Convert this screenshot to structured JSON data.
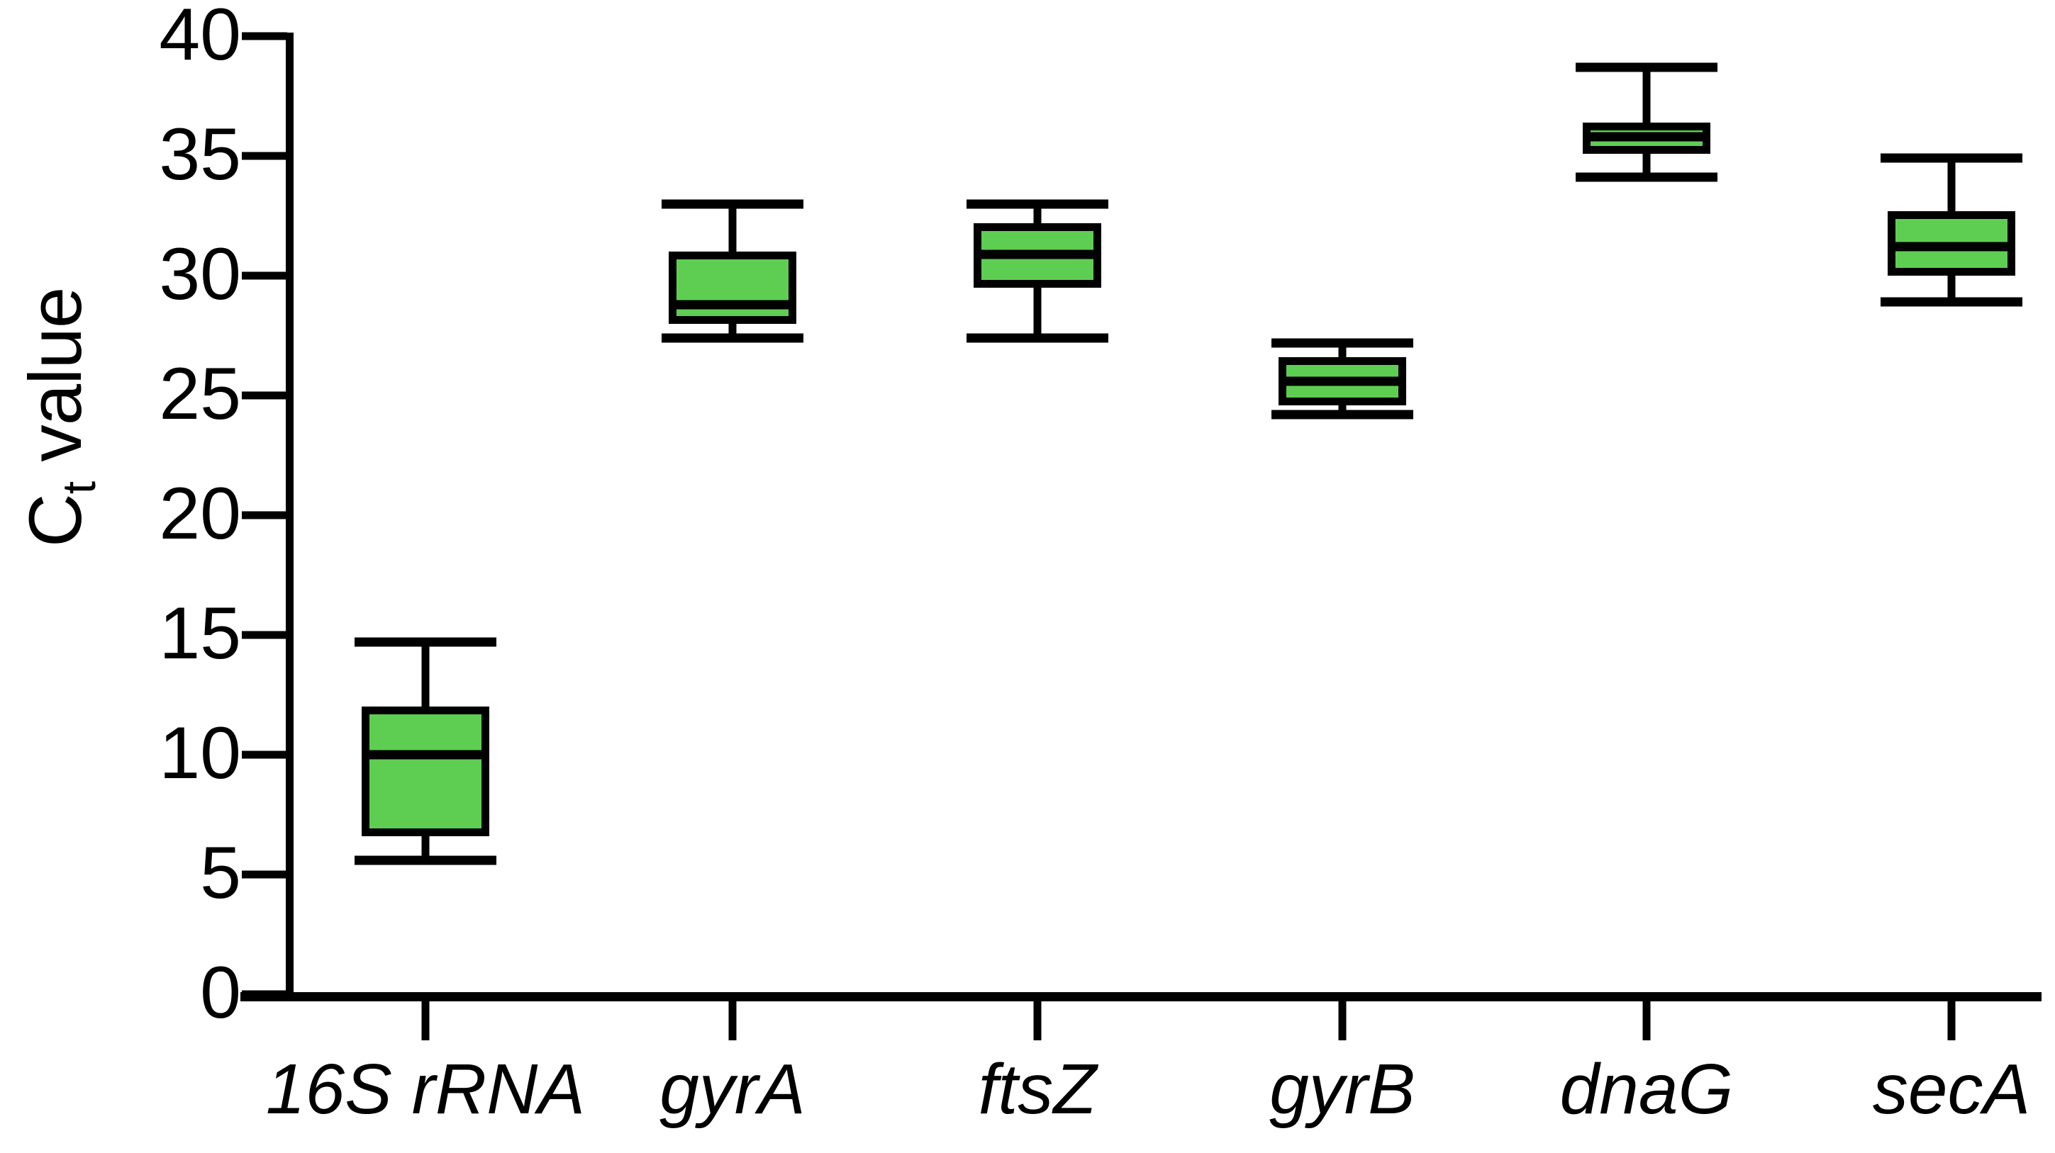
{
  "chart_data": {
    "type": "box",
    "title": "",
    "xlabel": "",
    "ylabel": "Ct value",
    "ylabel_base": "C",
    "ylabel_sub": "t",
    "ylabel_rest": " value",
    "ylim": [
      0,
      40
    ],
    "ytick_step": 5,
    "yticks": [
      0,
      5,
      10,
      15,
      20,
      25,
      30,
      35,
      40
    ],
    "ytick_labels": [
      "0",
      "5",
      "10",
      "15",
      "20",
      "25",
      "30",
      "35",
      "40"
    ],
    "grid": false,
    "legend": "none",
    "box_fill_color": "#5ECE52",
    "line_color": "#000000",
    "background_color": "#FFFFFF",
    "categories": [
      "16S rRNA",
      "gyrA",
      "ftsZ",
      "gyrB",
      "dnaG",
      "secA"
    ],
    "categories_italic": true,
    "boxes": [
      {
        "category": "16S rRNA",
        "whisker_low": 5.6,
        "q1": 6.6,
        "median": 10.0,
        "q3": 12.0,
        "whisker_high": 14.7
      },
      {
        "category": "gyrA",
        "whisker_low": 27.4,
        "q1": 28.0,
        "median": 28.8,
        "q3": 31.0,
        "whisker_high": 33.0
      },
      {
        "category": "ftsZ",
        "whisker_low": 27.4,
        "q1": 29.5,
        "median": 30.9,
        "q3": 32.2,
        "whisker_high": 33.0
      },
      {
        "category": "gyrB",
        "whisker_low": 24.2,
        "q1": 24.6,
        "median": 25.6,
        "q3": 26.6,
        "whisker_high": 27.2
      },
      {
        "category": "dnaG",
        "whisker_low": 34.1,
        "q1": 35.1,
        "median": 35.8,
        "q3": 36.4,
        "whisker_high": 38.7
      },
      {
        "category": "secA",
        "whisker_low": 28.9,
        "q1": 30.0,
        "median": 31.2,
        "q3": 32.7,
        "whisker_high": 34.9
      }
    ]
  }
}
